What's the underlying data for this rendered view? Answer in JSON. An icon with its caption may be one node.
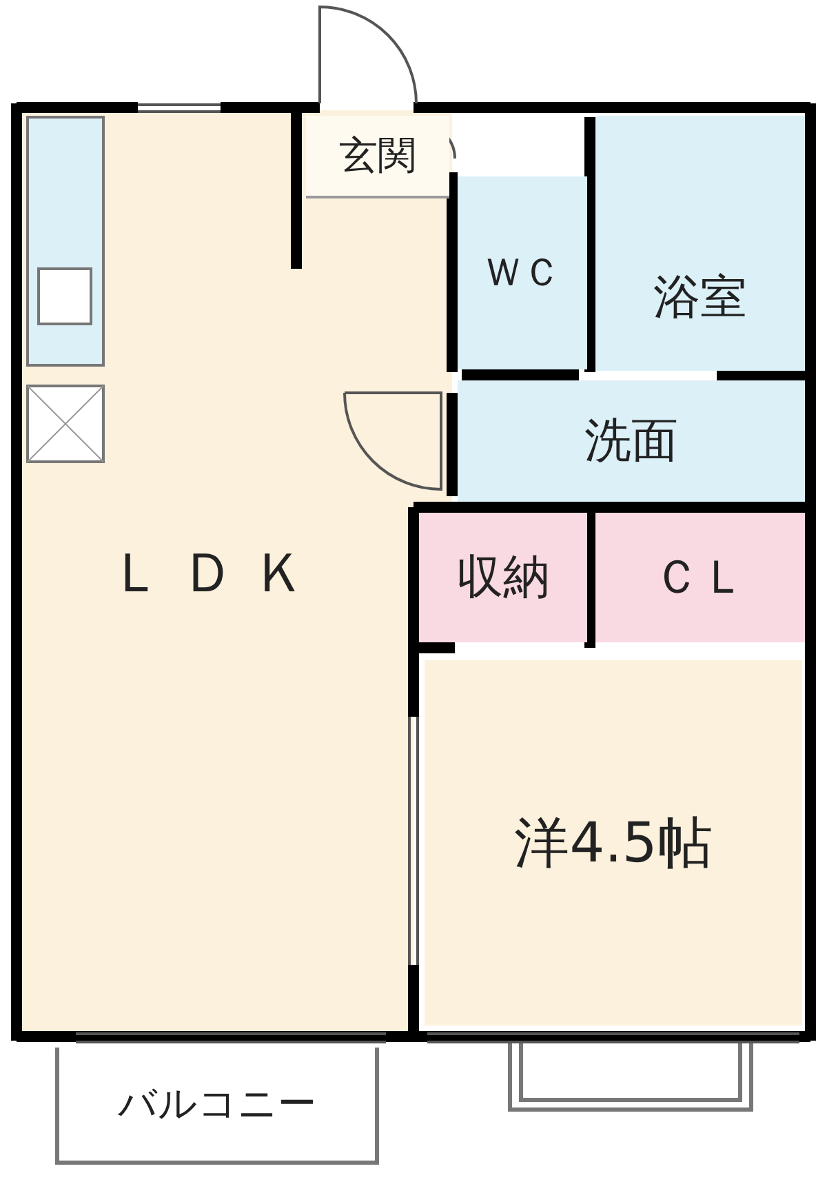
{
  "diagram": {
    "nodes": [
      {
        "text": [
          "玄関"
        ]
      },
      {
        "text": [
          "浴室"
        ]
      },
      {
        "text": [
          "ＷＣ"
        ]
      },
      {
        "text": [
          "洗面"
        ]
      },
      {
        "text": [
          "ＬＤＫ"
        ]
      },
      {
        "text": [
          "収納"
        ]
      },
      {
        "text": [
          "ＣＬ"
        ]
      },
      {
        "text": [
          "洋4.5帖"
        ]
      },
      {
        "text": [
          "バルコニー"
        ]
      }
    ]
  }
}
